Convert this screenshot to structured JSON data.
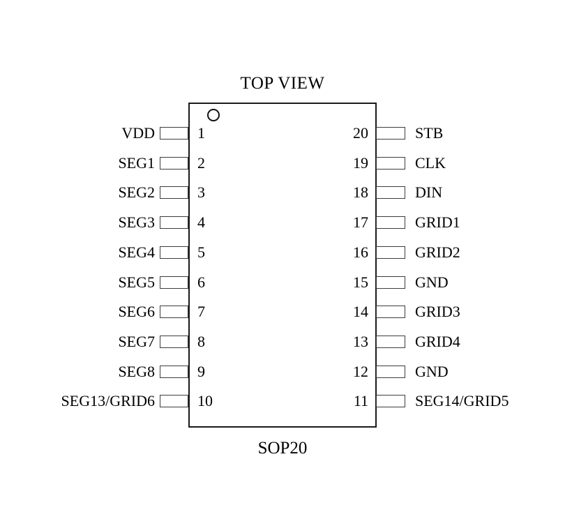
{
  "title": "TOP VIEW",
  "package_label": "SOP20",
  "chip": {
    "pin1_indicator": "circle",
    "pin_count": 20
  },
  "colors": {
    "line": "#1a1a1a",
    "lead_border": "#3c3c3c",
    "background": "#ffffff",
    "text": "#000000"
  },
  "pins": {
    "left": [
      {
        "number": "1",
        "name": "VDD"
      },
      {
        "number": "2",
        "name": "SEG1"
      },
      {
        "number": "3",
        "name": "SEG2"
      },
      {
        "number": "4",
        "name": "SEG3"
      },
      {
        "number": "5",
        "name": "SEG4"
      },
      {
        "number": "6",
        "name": "SEG5"
      },
      {
        "number": "7",
        "name": "SEG6"
      },
      {
        "number": "8",
        "name": "SEG7"
      },
      {
        "number": "9",
        "name": "SEG8"
      },
      {
        "number": "10",
        "name": "SEG13/GRID6"
      }
    ],
    "right": [
      {
        "number": "20",
        "name": "STB"
      },
      {
        "number": "19",
        "name": "CLK"
      },
      {
        "number": "18",
        "name": "DIN"
      },
      {
        "number": "17",
        "name": "GRID1"
      },
      {
        "number": "16",
        "name": "GRID2"
      },
      {
        "number": "15",
        "name": "GND"
      },
      {
        "number": "14",
        "name": "GRID3"
      },
      {
        "number": "13",
        "name": "GRID4"
      },
      {
        "number": "12",
        "name": "GND"
      },
      {
        "number": "11",
        "name": "SEG14/GRID5"
      }
    ]
  }
}
